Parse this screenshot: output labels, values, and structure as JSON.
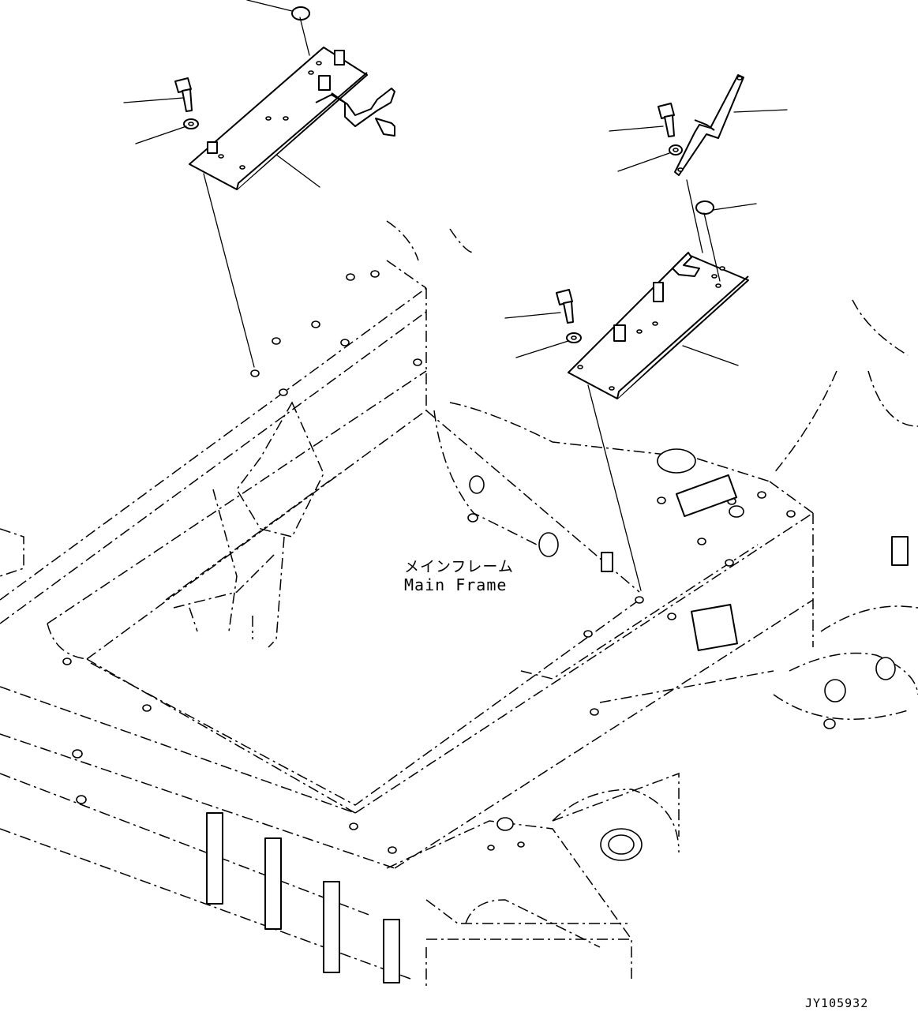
{
  "diagram": {
    "frame_label_jp": "メインフレーム",
    "frame_label_en": "Main Frame",
    "drawing_id": "JY105932"
  }
}
